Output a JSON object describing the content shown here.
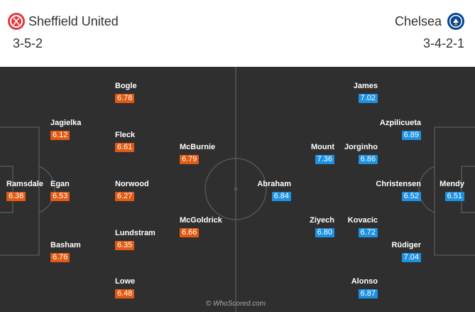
{
  "home": {
    "name": "Sheffield United",
    "formation": "3-5-2",
    "crest_icon": "sheffield-united-crest",
    "color": "#e05a13",
    "players": [
      {
        "name": "Ramsdale",
        "rating": "6.38"
      },
      {
        "name": "Jagielka",
        "rating": "6.12"
      },
      {
        "name": "Egan",
        "rating": "6.53"
      },
      {
        "name": "Basham",
        "rating": "6.76"
      },
      {
        "name": "Bogle",
        "rating": "6.78"
      },
      {
        "name": "Fleck",
        "rating": "6.61"
      },
      {
        "name": "Norwood",
        "rating": "6.27"
      },
      {
        "name": "Lundstram",
        "rating": "6.35"
      },
      {
        "name": "Lowe",
        "rating": "6.48"
      },
      {
        "name": "McBurnie",
        "rating": "6.79"
      },
      {
        "name": "McGoldrick",
        "rating": "6.66"
      }
    ]
  },
  "away": {
    "name": "Chelsea",
    "formation": "3-4-2-1",
    "crest_icon": "chelsea-crest",
    "color": "#1d91e1",
    "players": [
      {
        "name": "James",
        "rating": "7.02"
      },
      {
        "name": "Azpilicueta",
        "rating": "6.89"
      },
      {
        "name": "Mount",
        "rating": "7.36"
      },
      {
        "name": "Jorginho",
        "rating": "6.86"
      },
      {
        "name": "Abraham",
        "rating": "6.84"
      },
      {
        "name": "Christensen",
        "rating": "6.52"
      },
      {
        "name": "Mendy",
        "rating": "6.51"
      },
      {
        "name": "Ziyech",
        "rating": "6.80"
      },
      {
        "name": "Kovacic",
        "rating": "6.72"
      },
      {
        "name": "Rüdiger",
        "rating": "7.04"
      },
      {
        "name": "Alonso",
        "rating": "6.87"
      }
    ]
  },
  "watermark": "© WhoScored.com"
}
